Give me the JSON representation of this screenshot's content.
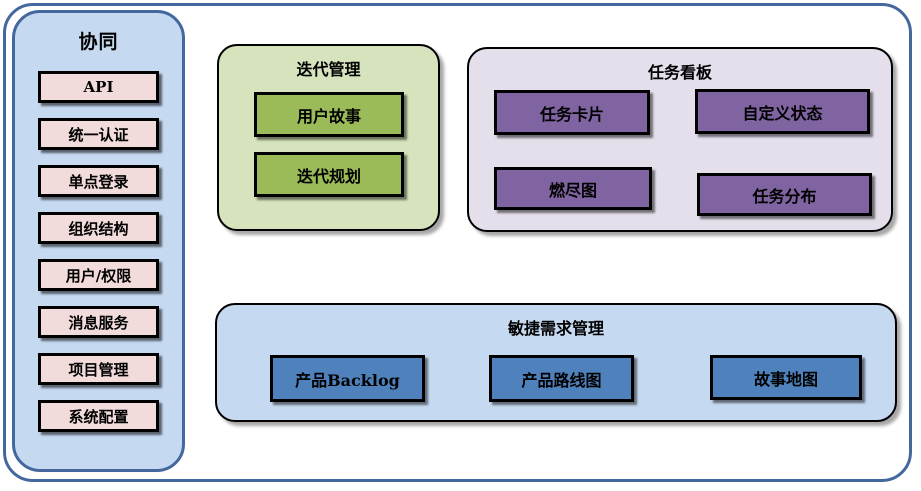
{
  "palette": {
    "frame_border": "#44689e",
    "sidebar_bg": "#c5d9f1",
    "pink": "#f2dcdb",
    "green_light": "#d6e3bc",
    "green": "#9bbb59",
    "lavender": "#e5dfec",
    "purple": "#8064a2",
    "blue_light": "#c5d9f1",
    "blue": "#4f81bd",
    "box_border": "#000000"
  },
  "sidebar": {
    "title": "协同",
    "items": [
      "API",
      "统一认证",
      "单点登录",
      "组织结构",
      "用户/权限",
      "消息服务",
      "项目管理",
      "系统配置"
    ]
  },
  "groups": {
    "iteration": {
      "title": "迭代管理",
      "items": [
        "用户故事",
        "迭代规划"
      ]
    },
    "kanban": {
      "title": "任务看板",
      "items": [
        "任务卡片",
        "自定义状态",
        "燃尽图",
        "任务分布"
      ]
    },
    "agile": {
      "title": "敏捷需求管理",
      "items": [
        "产品Backlog",
        "产品路线图",
        "故事地图"
      ]
    }
  }
}
